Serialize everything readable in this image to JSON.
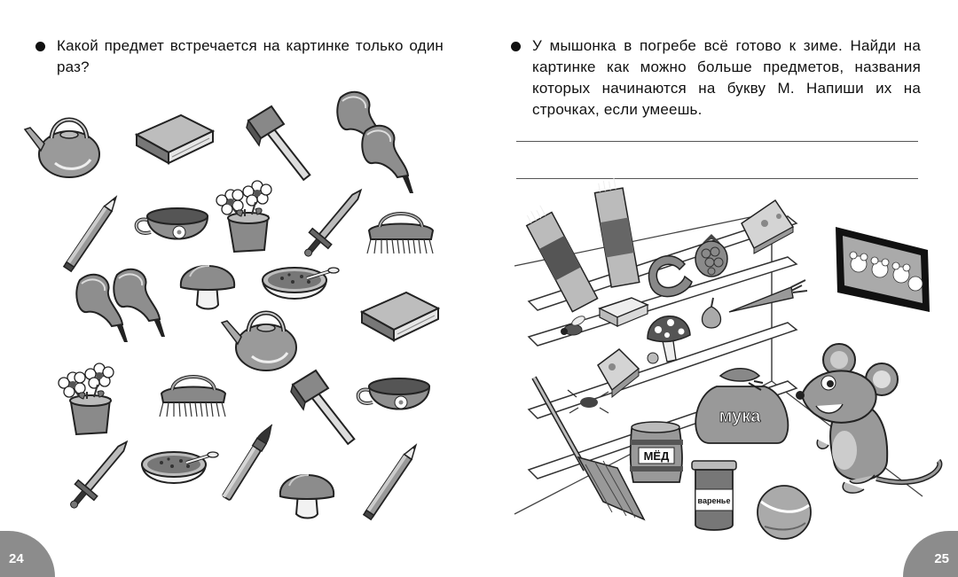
{
  "left_page": {
    "question": "Какой предмет встречается на картинке только один раз?",
    "page_number": "24",
    "items": [
      "teapot-icon",
      "book-icon",
      "hammer-icon",
      "shoes-icon",
      "pencil-icon",
      "cup-icon",
      "flower-pot-icon",
      "sword-icon",
      "brush-icon",
      "mushroom-icon",
      "soup-bowl-icon",
      "paintbrush-icon"
    ]
  },
  "right_page": {
    "task": "У мышонка в погребе всё готово к зиме. Найди на картинке как можно больше предметов, названия которых начинаются на букву М. Напиши их на строчках, если умеешь.",
    "page_number": "25",
    "labels": {
      "flour_sack": "мука",
      "honey_barrel": "МЁД",
      "jam_jar": "варенье"
    }
  }
}
